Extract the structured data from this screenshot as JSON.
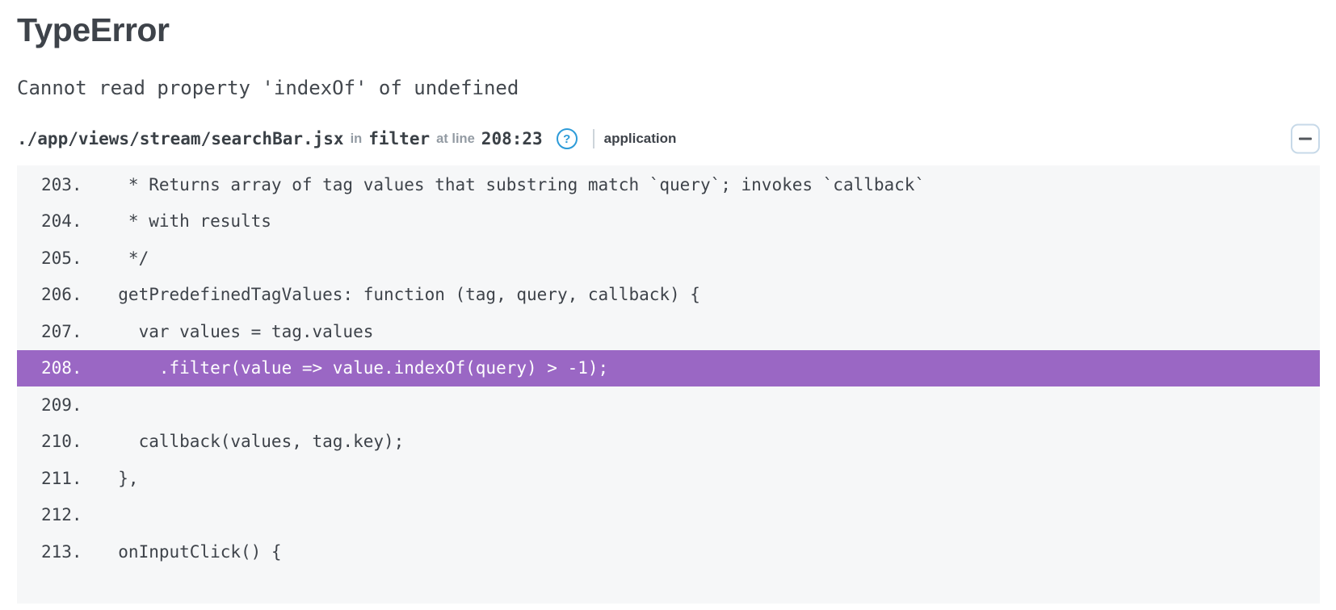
{
  "error": {
    "type": "TypeError",
    "message": "Cannot read property 'indexOf' of undefined"
  },
  "frame": {
    "filename": "./app/views/stream/searchBar.jsx",
    "in_label": "in",
    "function": "filter",
    "at_line_label": "at line",
    "line_col": "208:23",
    "help_glyph": "?",
    "module": "application"
  },
  "code": {
    "highlighted_line": 208,
    "lines": [
      {
        "num": "203.",
        "text": "   * Returns array of tag values that substring match `query`; invokes `callback`"
      },
      {
        "num": "204.",
        "text": "   * with results"
      },
      {
        "num": "205.",
        "text": "   */"
      },
      {
        "num": "206.",
        "text": "  getPredefinedTagValues: function (tag, query, callback) {"
      },
      {
        "num": "207.",
        "text": "    var values = tag.values"
      },
      {
        "num": "208.",
        "text": "      .filter(value => value.indexOf(query) > -1);",
        "highlighted": true
      },
      {
        "num": "209.",
        "text": ""
      },
      {
        "num": "210.",
        "text": "    callback(values, tag.key);"
      },
      {
        "num": "211.",
        "text": "  },"
      },
      {
        "num": "212.",
        "text": ""
      },
      {
        "num": "213.",
        "text": "  onInputClick() {"
      }
    ]
  },
  "colors": {
    "highlight_purple": "#9A67C4",
    "help_blue": "#2D9BD8",
    "code_background": "#F6F7F8",
    "text_dark": "#3E434A",
    "muted_gray": "#939BA3"
  }
}
